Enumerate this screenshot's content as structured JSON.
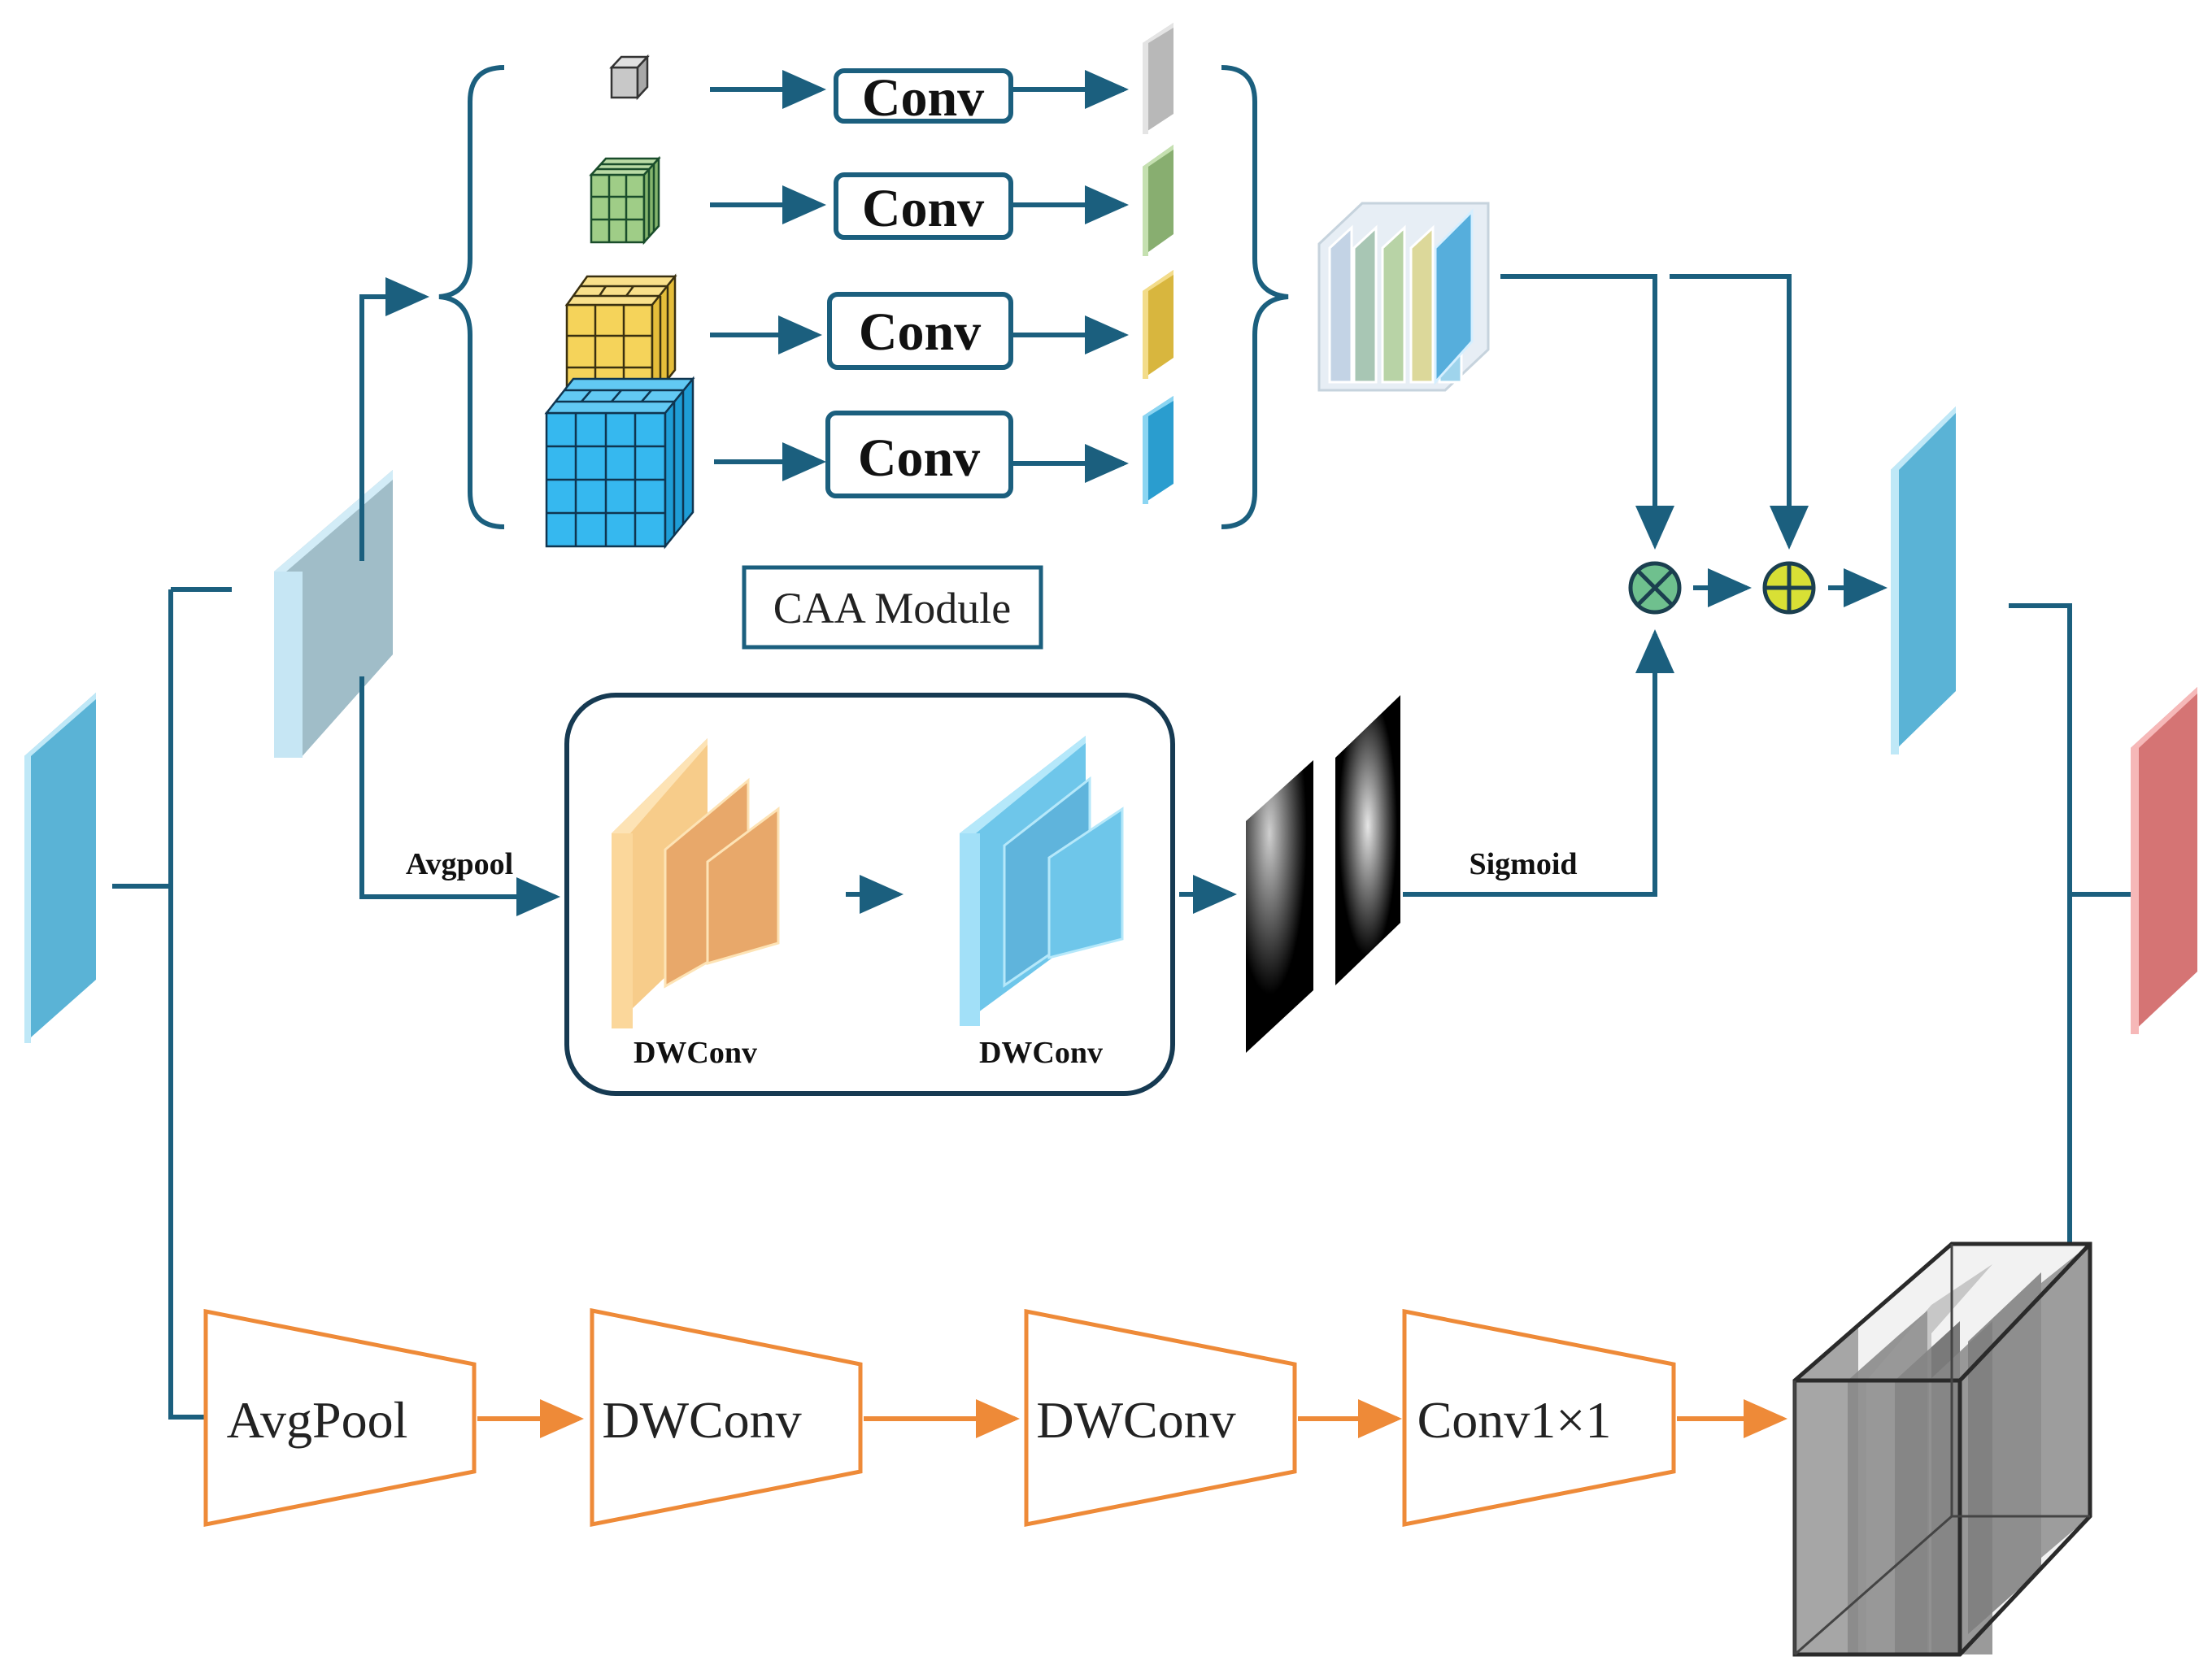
{
  "conv_labels": [
    "Conv",
    "Conv",
    "Conv",
    "Conv"
  ],
  "caa_module_label": "CAA Module",
  "avgpool_label": "Avgpool",
  "dwconv_labels": [
    "DWConv",
    "DWConv"
  ],
  "sigmoid_label": "Sigmoid",
  "bottom_blocks": [
    "AvgPool",
    "DWConv",
    "DWConv",
    "Conv1×1"
  ],
  "colors": {
    "arrow_blue": "#1b5f7e",
    "arrow_orange": "#ee8a38",
    "slab_blue": "#5ab3d6",
    "slab_red": "#e07878",
    "multiply_fill": "#6fc08e",
    "add_fill": "#d8e035",
    "dw_orange": "#e8a86a",
    "dw_blue": "#6ec6ea",
    "cube_gray": "#c8c8c8",
    "cube_green": "#9fcd87",
    "cube_yellow": "#f5d35a",
    "cube_blue": "#36b8ef"
  },
  "icons": [
    "multiply-icon",
    "add-icon"
  ]
}
